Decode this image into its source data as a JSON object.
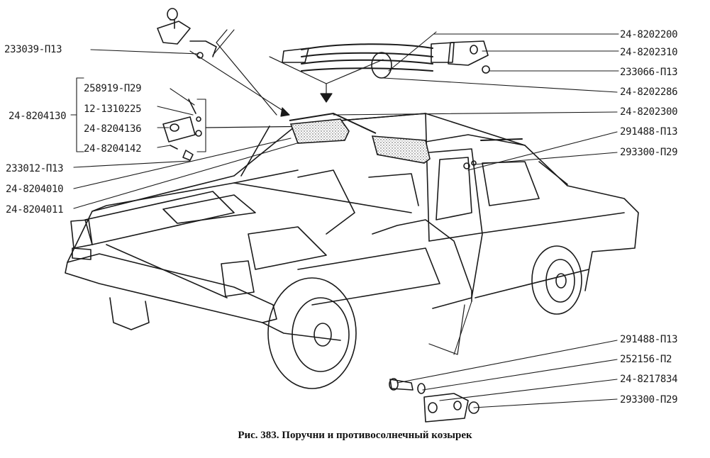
{
  "caption": "Рис. 383. Поручни и противосолнечный козырек",
  "colors": {
    "ink": "#1a1a1a",
    "paper": "#ffffff",
    "stipple": "#cfcfcf"
  },
  "labels_left": [
    "233039-П13",
    "258919-П29",
    "12-1310225",
    "24-8204130",
    "24-8204136",
    "24-8204142",
    "233012-П13",
    "24-8204010",
    "24-8204011"
  ],
  "labels_right": [
    "24-8202200",
    "24-8202310",
    "233066-П13",
    "24-8202286",
    "24-8202300",
    "291488-П13",
    "293300-П29",
    "291488-П13",
    "252156-П2",
    "24-8217834",
    "293300-П29"
  ]
}
